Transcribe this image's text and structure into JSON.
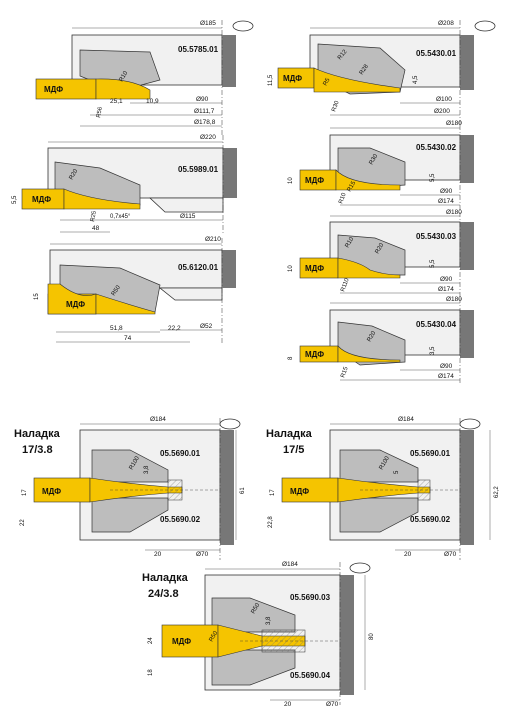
{
  "diagrams": [
    {
      "code": "05.5785.01",
      "dia_top": "Ø185",
      "material": "МДФ",
      "dims": [
        "Ø90",
        "Ø111,7",
        "Ø178,8",
        "25,1",
        "10,9",
        "R56",
        "R10"
      ]
    },
    {
      "code": "05.5430.01",
      "dia_top": "Ø208",
      "material": "МДФ",
      "dims": [
        "Ø100",
        "Ø200",
        "11,5",
        "R30",
        "R12",
        "R28",
        "4,5",
        "R5"
      ]
    },
    {
      "code": "05.5989.01",
      "dia_top": "Ø220",
      "material": "МДФ",
      "dims": [
        "Ø115",
        "5,5",
        "R20",
        "R25",
        "0,7x45°",
        "48"
      ]
    },
    {
      "code": "05.5430.02",
      "dia_top": "Ø180",
      "material": "МДФ",
      "dims": [
        "Ø90",
        "Ø174",
        "10",
        "R30",
        "R15",
        "R10",
        "5,5"
      ]
    },
    {
      "code": "05.5430.03",
      "dia_top": "Ø180",
      "material": "МДФ",
      "dims": [
        "Ø90",
        "Ø174",
        "10",
        "R20",
        "R10",
        "R110",
        "5,5"
      ]
    },
    {
      "code": "05.6120.01",
      "dia_top": "Ø210",
      "material": "МДФ",
      "dims": [
        "Ø52",
        "15",
        "R50",
        "51,8",
        "22,2",
        "74"
      ]
    },
    {
      "code": "05.5430.04",
      "dia_top": "Ø180",
      "material": "МДФ",
      "dims": [
        "Ø90",
        "Ø174",
        "8",
        "R20",
        "R15",
        "3,5"
      ]
    }
  ],
  "setups": [
    {
      "label": "Наладка",
      "name": "17/3.8",
      "dia_top": "Ø184",
      "code_top": "05.5690.01",
      "code_bottom": "05.5690.02",
      "material": "МДФ",
      "dims": [
        "Ø70",
        "20",
        "17",
        "22",
        "61",
        "R100",
        "3,8"
      ]
    },
    {
      "label": "Наладка",
      "name": "17/5",
      "dia_top": "Ø184",
      "code_top": "05.5690.01",
      "code_bottom": "05.5690.02",
      "material": "МДФ",
      "dims": [
        "Ø70",
        "20",
        "17",
        "22,8",
        "62,2",
        "R100",
        "5"
      ]
    },
    {
      "label": "Наладка",
      "name": "24/3.8",
      "dia_top": "Ø184",
      "code_top": "05.5690.03",
      "code_bottom": "05.5690.04",
      "material": "МДФ",
      "dims": [
        "Ø70",
        "20",
        "24",
        "18",
        "80",
        "R50",
        "R50",
        "3,8"
      ]
    }
  ]
}
